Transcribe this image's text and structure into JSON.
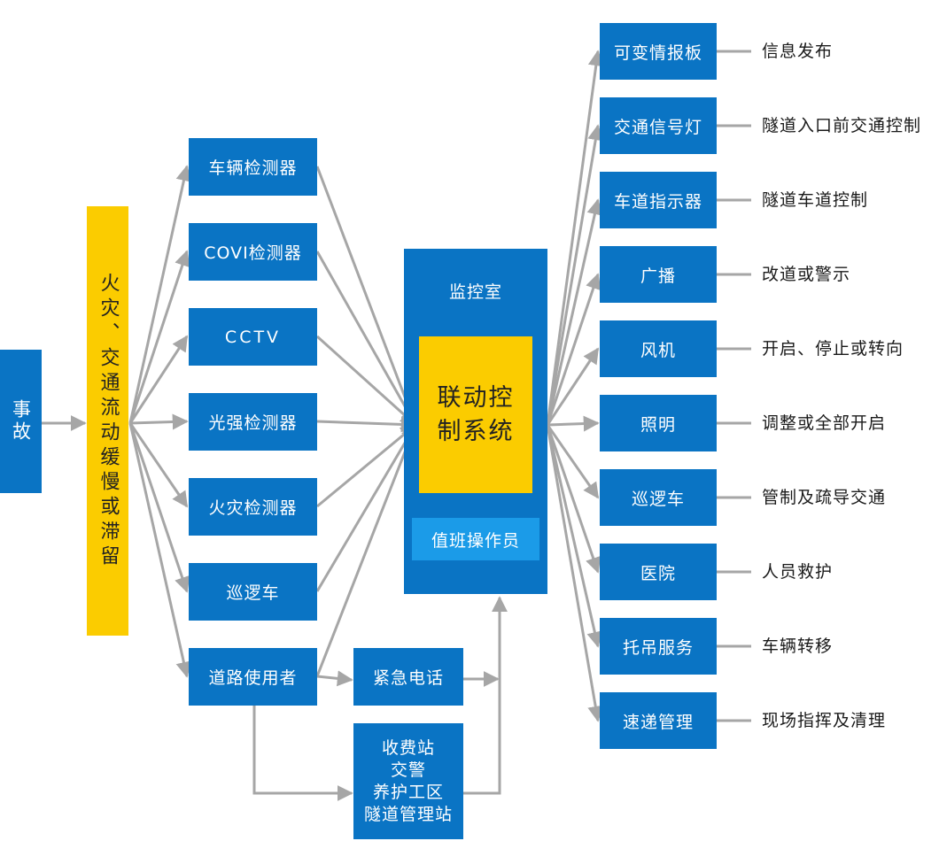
{
  "event": "事故",
  "cause": "火灾、交通流动缓慢或滞留",
  "detectors": [
    "车辆检测器",
    "COVI检测器",
    "CCTV",
    "光强检测器",
    "火灾检测器",
    "巡逻车",
    "道路使用者"
  ],
  "emergency_phone": "紧急电话",
  "stations": [
    "收费站",
    "交警",
    "养护工区",
    "隧道管理站"
  ],
  "control_room": {
    "title": "监控室",
    "system": "联动控制系统",
    "operator": "值班操作员"
  },
  "outputs": [
    {
      "device": "可变情报板",
      "action": "信息发布"
    },
    {
      "device": "交通信号灯",
      "action": "隧道入口前交通控制"
    },
    {
      "device": "车道指示器",
      "action": "隧道车道控制"
    },
    {
      "device": "广播",
      "action": "改道或警示"
    },
    {
      "device": "风机",
      "action": "开启、停止或转向"
    },
    {
      "device": "照明",
      "action": "调整或全部开启"
    },
    {
      "device": "巡逻车",
      "action": "管制及疏导交通"
    },
    {
      "device": "医院",
      "action": "人员救护"
    },
    {
      "device": "托吊服务",
      "action": "车辆转移"
    },
    {
      "device": "速递管理",
      "action": "现场指挥及清理"
    }
  ],
  "colors": {
    "box": "#0a74c4",
    "highlight": "#fbcc00",
    "operator": "#1b9be8",
    "arrow": "#a6a6a6"
  }
}
